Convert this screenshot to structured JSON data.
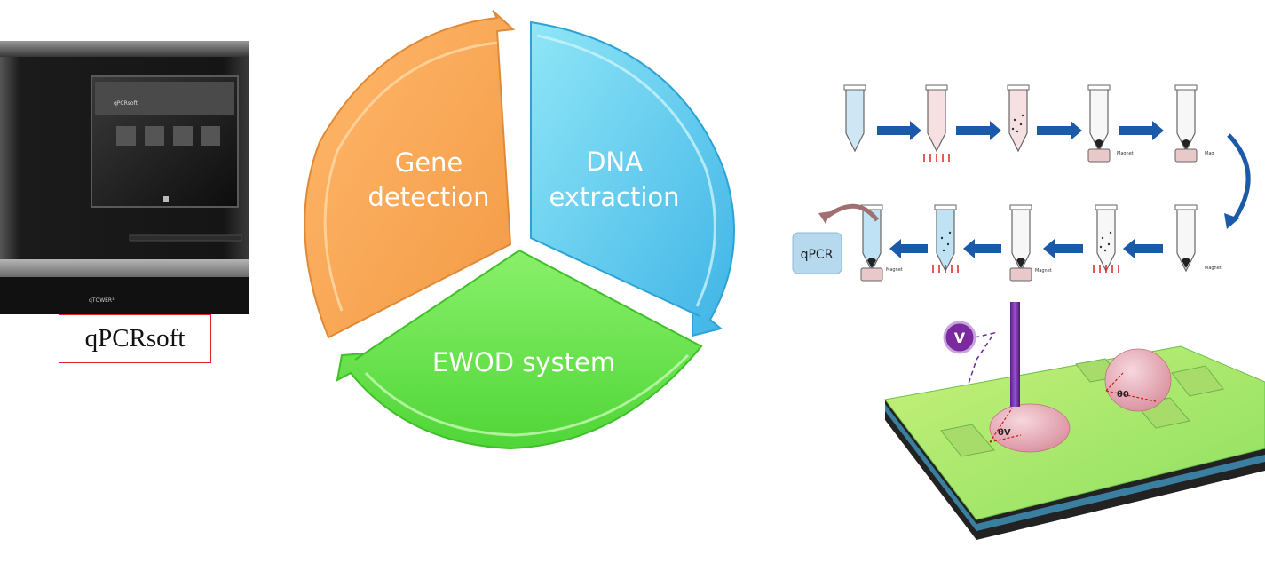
{
  "instrument": {
    "caption": "qPCRsoft",
    "brand": "qTOWER³",
    "screen_title": "qPCRsoft"
  },
  "cycle": {
    "segments": [
      {
        "label_lines": [
          "Gene",
          "detection"
        ],
        "color": "#f7a45a"
      },
      {
        "label_lines": [
          "DNA",
          "extraction"
        ],
        "color": "#5ac8ec"
      },
      {
        "label_lines": [
          "EWOD system"
        ],
        "color": "#6fe04a"
      }
    ]
  },
  "extraction": {
    "magnet_label": "Magnet",
    "magnet_label_short": "Mag",
    "qpcr_label": "qPCR",
    "arrow_color": "#1a5aa8"
  },
  "ewod": {
    "voltage_label": "V",
    "theta_v": "θV",
    "theta_0": "θ0"
  }
}
